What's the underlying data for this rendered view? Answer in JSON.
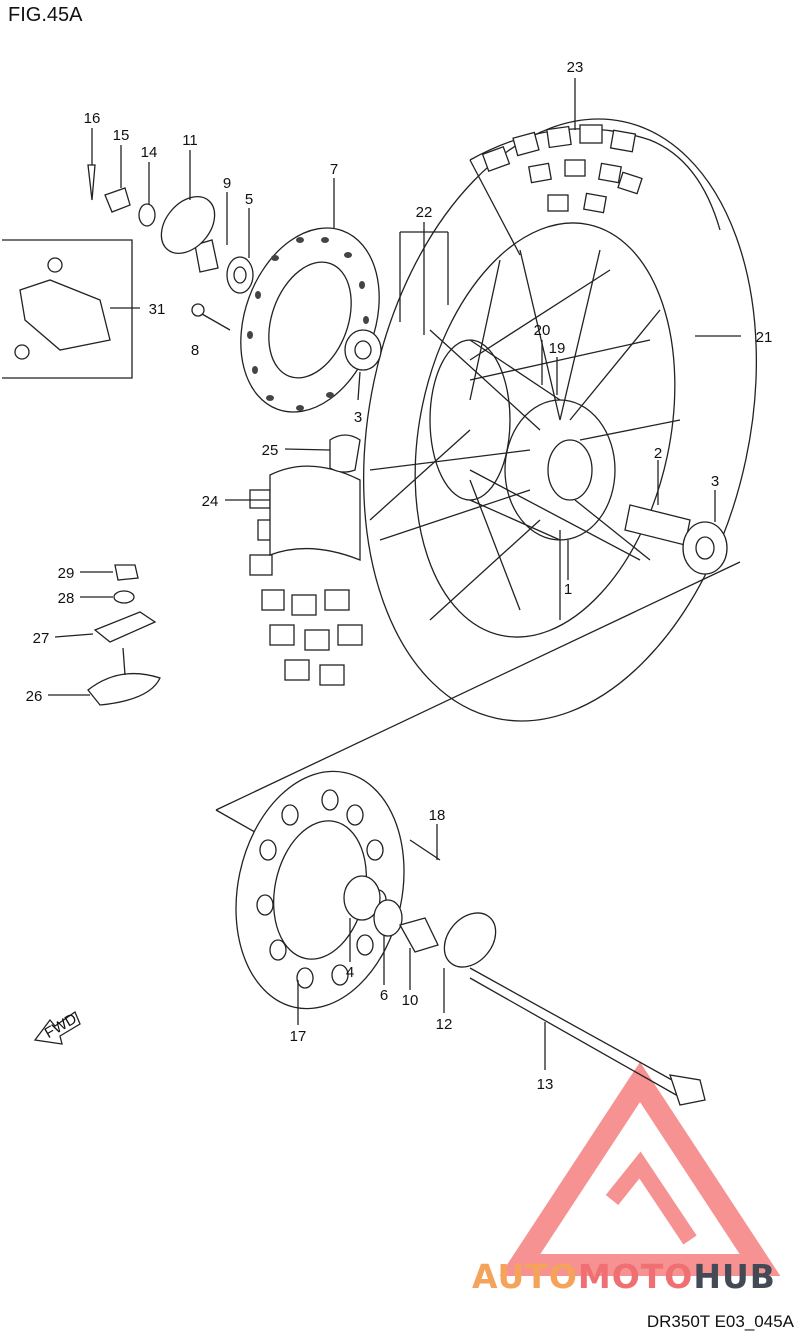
{
  "title": "FIG.45A",
  "code": "DR350T E03_045A",
  "watermark": {
    "part1": "AUTO",
    "part2": "MOTO",
    "part3": "HUB"
  },
  "fwd": "FWD",
  "colors": {
    "line": "#222222",
    "wm_orange": "#f5a35a",
    "wm_red": "#ef6f73",
    "wm_dark": "#444a55"
  },
  "labels": [
    "23",
    "16",
    "15",
    "14",
    "11",
    "9",
    "5",
    "7",
    "22",
    "31",
    "8",
    "20",
    "21",
    "19",
    "3",
    "25",
    "2",
    "3",
    "24",
    "29",
    "28",
    "1",
    "27",
    "26",
    "18",
    "4",
    "6",
    "10",
    "12",
    "17",
    "13"
  ]
}
